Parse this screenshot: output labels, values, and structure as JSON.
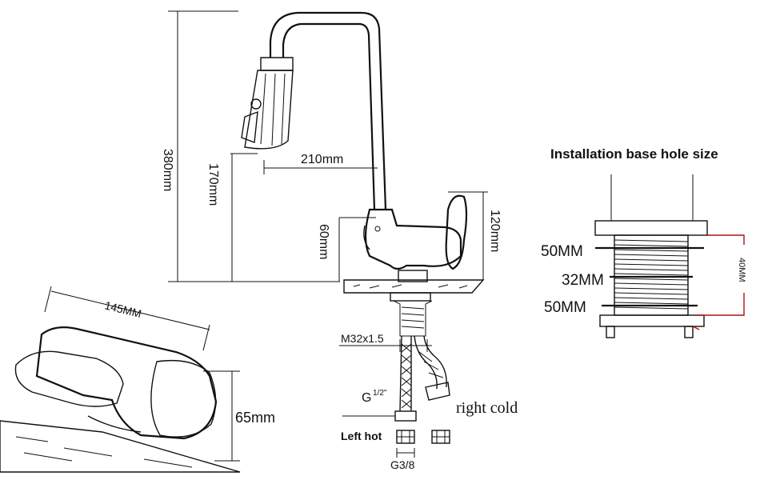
{
  "faucet": {
    "total_height": "380mm",
    "spout_height": "170mm",
    "spout_reach": "210mm",
    "body_height": "60mm",
    "handle_height": "120mm",
    "thread_size": "M32x1.5",
    "hose_fitting_base": "G",
    "hose_fitting_fraction": "1/2\"",
    "right_label": "right cold",
    "left_label": "Left hot",
    "adapter_size": "G3/8"
  },
  "detail": {
    "body_length": "145MM",
    "body_height": "65mm"
  },
  "base_hole": {
    "title": "Installation base hole size",
    "top_diameter": "50MM",
    "middle_diameter": "32MM",
    "bottom_diameter": "50MM",
    "depth": "40MM"
  }
}
